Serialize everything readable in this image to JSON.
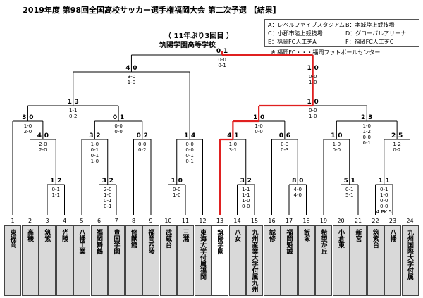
{
  "title": "2019年度 第98回全国高校サッカー選手権福岡大会 第二次予選 【結果】",
  "champion": {
    "note": "（ 11年ぶり3回目 ）",
    "name": "筑陽学園高等学校"
  },
  "venues": [
    "A：レベルファイブスタジアム",
    "B：本城陸上競技場",
    "C：小郡市陸上競技場",
    "D：グローバルアリーナ",
    "E：福岡FC人工芝A",
    "F：福岡FC人工芝C"
  ],
  "venue_note": "※ 福岡FC・・・福岡フットボールセンター",
  "teams": [
    {
      "no": "1",
      "name": "東福岡",
      "winner": false
    },
    {
      "no": "2",
      "name": "高稜",
      "winner": false
    },
    {
      "no": "3",
      "name": "筑紫",
      "winner": false
    },
    {
      "no": "4",
      "name": "光陵",
      "winner": false
    },
    {
      "no": "5",
      "name": "八幡工業",
      "winner": false
    },
    {
      "no": "6",
      "name": "福岡舞鶴",
      "winner": false
    },
    {
      "no": "7",
      "name": "豊国学園",
      "winner": false
    },
    {
      "no": "8",
      "name": "修猷館",
      "winner": false
    },
    {
      "no": "9",
      "name": "福岡西陵",
      "winner": false
    },
    {
      "no": "10",
      "name": "武蔵台",
      "winner": false
    },
    {
      "no": "11",
      "name": "三潴",
      "winner": false
    },
    {
      "no": "12",
      "name": "東海大学付属福岡",
      "winner": false
    },
    {
      "no": "13",
      "name": "筑陽学園",
      "winner": true
    },
    {
      "no": "14",
      "name": "八女",
      "winner": false
    },
    {
      "no": "15",
      "name": "九州産業大学付属九州",
      "winner": false
    },
    {
      "no": "16",
      "name": "誠修",
      "winner": false
    },
    {
      "no": "17",
      "name": "福岡魁誠",
      "winner": false
    },
    {
      "no": "18",
      "name": "飯塚",
      "winner": false
    },
    {
      "no": "19",
      "name": "希望が丘",
      "winner": false
    },
    {
      "no": "20",
      "name": "小倉東",
      "winner": false
    },
    {
      "no": "21",
      "name": "新宮",
      "winner": false
    },
    {
      "no": "22",
      "name": "筑紫台",
      "winner": false
    },
    {
      "no": "23",
      "name": "八幡",
      "winner": false
    },
    {
      "no": "24",
      "name": "九州国際大学付属",
      "winner": false
    }
  ],
  "matches": [
    {
      "id": "r1a",
      "children": [
        3,
        4
      ],
      "score": [
        "1",
        "2"
      ],
      "halves": [
        "0-1",
        "1-1"
      ],
      "winner": "R"
    },
    {
      "id": "r1b",
      "children": [
        6,
        7
      ],
      "score": [
        "3",
        "2"
      ],
      "halves": [
        "2-0",
        "1-0",
        "0-1",
        "0-1"
      ],
      "winner": "L"
    },
    {
      "id": "r1c",
      "children": [
        10,
        11
      ],
      "score": [
        "1",
        "0"
      ],
      "halves": [
        "0-0",
        "1-0"
      ],
      "winner": "L"
    },
    {
      "id": "r1d",
      "children": [
        14,
        15
      ],
      "score": [
        "3",
        "2"
      ],
      "halves": [
        "1-1",
        "1-1",
        "1-0",
        "0-0"
      ],
      "winner": "L"
    },
    {
      "id": "r1e",
      "children": [
        17,
        18
      ],
      "score": [
        "8",
        "0"
      ],
      "halves": [
        "4-0",
        "4-0"
      ],
      "winner": "L"
    },
    {
      "id": "r1f",
      "children": [
        20,
        21
      ],
      "score": [
        "5",
        "1"
      ],
      "halves": [
        "0-1",
        "5-1"
      ],
      "winner": "L"
    },
    {
      "id": "r1g",
      "children": [
        22,
        23
      ],
      "score": [
        "1",
        "1"
      ],
      "halves": [
        "0-1",
        "1-0",
        "0-0",
        "0-0"
      ],
      "winner": "L",
      "pk": "4 PK 5"
    },
    {
      "id": "r2a",
      "children": [
        2,
        "r1a"
      ],
      "score": [
        "4",
        "0"
      ],
      "halves": [
        "2-0",
        "2-0"
      ],
      "winner": "L"
    },
    {
      "id": "r2b",
      "children": [
        5,
        "r1b"
      ],
      "score": [
        "3",
        "2"
      ],
      "halves": [
        "1-0",
        "0-1",
        "0-1",
        "1-0"
      ],
      "winner": "R"
    },
    {
      "id": "r2c",
      "children": [
        8,
        9
      ],
      "score": [
        "0",
        "2"
      ],
      "halves": [
        "0-0",
        "0-2"
      ],
      "winner": "R"
    },
    {
      "id": "r2d",
      "children": [
        12,
        "r1c"
      ],
      "score": [
        "1",
        "4"
      ],
      "halves": [
        "0-0",
        "0-0",
        "0-1",
        "0-1"
      ],
      "winner": "R"
    },
    {
      "id": "r2e",
      "children": [
        13,
        "r1d"
      ],
      "score": [
        "4",
        "1"
      ],
      "halves": [
        "1-0",
        "3-1"
      ],
      "winner": "L"
    },
    {
      "id": "r2f",
      "children": [
        16,
        "r1e"
      ],
      "score": [
        "0",
        "6"
      ],
      "halves": [
        "0-3",
        "0-3"
      ],
      "winner": "R"
    },
    {
      "id": "r2g",
      "children": [
        19,
        "r1f"
      ],
      "score": [
        "1",
        "0"
      ],
      "halves": [
        "1-0",
        "0-0"
      ],
      "winner": "L"
    },
    {
      "id": "r2h",
      "children": [
        "r1g",
        24
      ],
      "score": [
        "2",
        "5"
      ],
      "halves": [
        "1-2",
        "0-2"
      ],
      "winner": "R"
    },
    {
      "id": "r3a",
      "children": [
        1,
        "r2a"
      ],
      "score": [
        "3",
        "0"
      ],
      "halves": [
        "1-0",
        "2-0"
      ],
      "winner": "L"
    },
    {
      "id": "r3b",
      "children": [
        "r2b",
        "r2c"
      ],
      "score": [
        "0",
        "1"
      ],
      "halves": [
        "0-0",
        "0-0"
      ],
      "winner": "R"
    },
    {
      "id": "r3c",
      "children": [
        "r2e",
        "r2f"
      ],
      "score": [
        "1",
        "0"
      ],
      "halves": [
        "1-0",
        "0-0"
      ],
      "winner": "L"
    },
    {
      "id": "r3d",
      "children": [
        "r2g",
        "r2h"
      ],
      "score": [
        "2",
        "3"
      ],
      "halves": [
        "1-0",
        "1-2",
        "0-0",
        "0-1"
      ],
      "winner": "R"
    },
    {
      "id": "r4a",
      "children": [
        "r3a",
        "r3b"
      ],
      "score": [
        "1",
        "3"
      ],
      "halves": [
        "1-1",
        "0-2"
      ],
      "winner": "R"
    },
    {
      "id": "r4b",
      "children": [
        "r3c",
        "r3d"
      ],
      "score": [
        "1",
        "0"
      ],
      "halves": [
        "0-0",
        "1-0"
      ],
      "winner": "L"
    },
    {
      "id": "r5a",
      "children": [
        "r4a",
        "r2d"
      ],
      "score": [
        "4",
        "0"
      ],
      "halves": [
        "3-0",
        "1-0"
      ],
      "winner": "L"
    },
    {
      "id": "r5b",
      "children": [
        "r4b"
      ],
      "score": [
        "1",
        "0"
      ],
      "halves": [
        "0-0",
        "1-0"
      ],
      "winner": "L"
    },
    {
      "id": "final",
      "children": [
        "r5a",
        "r5b"
      ],
      "score": [
        "0",
        "1"
      ],
      "halves": [
        "0-0",
        "0-1"
      ],
      "winner": "R"
    }
  ],
  "colors": {
    "win": "#e02020",
    "line": "#000000",
    "cell": "#d9d9d9"
  }
}
